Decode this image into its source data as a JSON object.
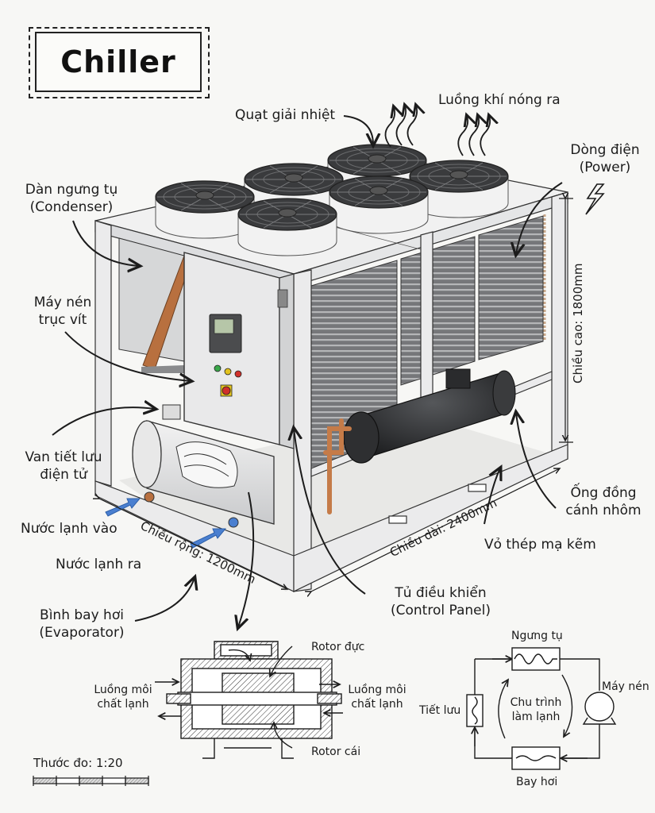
{
  "title": "Chiller",
  "labels": {
    "fan": "Quạt giải nhiệt",
    "hot_air": "Luồng khí nóng ra",
    "power_line1": "Dòng điện",
    "power_line2": "(Power)",
    "condenser_line1": "Dàn ngưng tụ",
    "condenser_line2": "(Condenser)",
    "compressor_line1": "Máy nén",
    "compressor_line2": "trục vít",
    "valve_line1": "Van tiết lưu",
    "valve_line2": "điện tử",
    "water_in": "Nước lạnh vào",
    "water_out": "Nước lạnh ra",
    "evaporator_line1": "Bình bay hơi",
    "evaporator_line2": "(Evaporator)",
    "control_line1": "Tủ điều khiển",
    "control_line2": "(Control Panel)",
    "casing": "Vỏ thép mạ kẽm",
    "coil_line1": "Ống đồng",
    "coil_line2": "cánh nhôm"
  },
  "dimensions": {
    "height": "Chiều cao: 1800mm",
    "length": "Chiều dài: 2400mm",
    "width": "Chiều rộng: 1200mm"
  },
  "compressor_detail": {
    "male_rotor": "Rotor đực",
    "female_rotor": "Rotor cái",
    "flow_left_line1": "Luồng môi",
    "flow_left_line2": "chất lạnh",
    "flow_right_line1": "Luồng môi",
    "flow_right_line2": "chất lạnh"
  },
  "cycle": {
    "condenser": "Ngưng tụ",
    "compressor": "Máy nén",
    "expansion": "Tiết lưu",
    "evaporator": "Bay hơi",
    "center_line1": "Chu trình",
    "center_line2": "làm lạnh"
  },
  "scale": {
    "label": "Thước đo: 1:20",
    "segments": 5
  },
  "colors": {
    "ink": "#1c1c1c",
    "steel": "#e4e5e6",
    "coil_grey": "#6e6f70",
    "copper": "#b8703f",
    "tank": "#2c2d2f",
    "water_arrow": "#4a7fd0",
    "button_green": "#3aa84a",
    "button_yellow": "#e2c21e",
    "button_red": "#d0302a"
  }
}
